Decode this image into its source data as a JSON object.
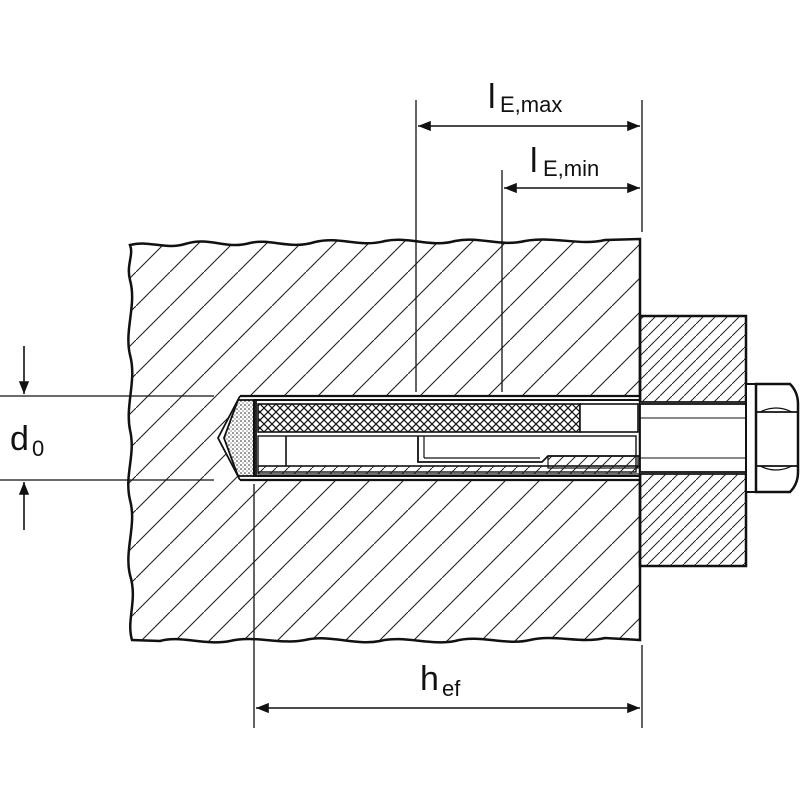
{
  "dimensions": {
    "l_e_max": {
      "main": "l",
      "sub": "E,max"
    },
    "l_e_min": {
      "main": "l",
      "sub": "E,min"
    },
    "d0": {
      "main": "d",
      "sub": "0"
    },
    "h_ef": {
      "main": "h",
      "sub": "ef"
    }
  },
  "colors": {
    "line": "#111111",
    "background": "#ffffff",
    "fill": "#ffffff"
  }
}
